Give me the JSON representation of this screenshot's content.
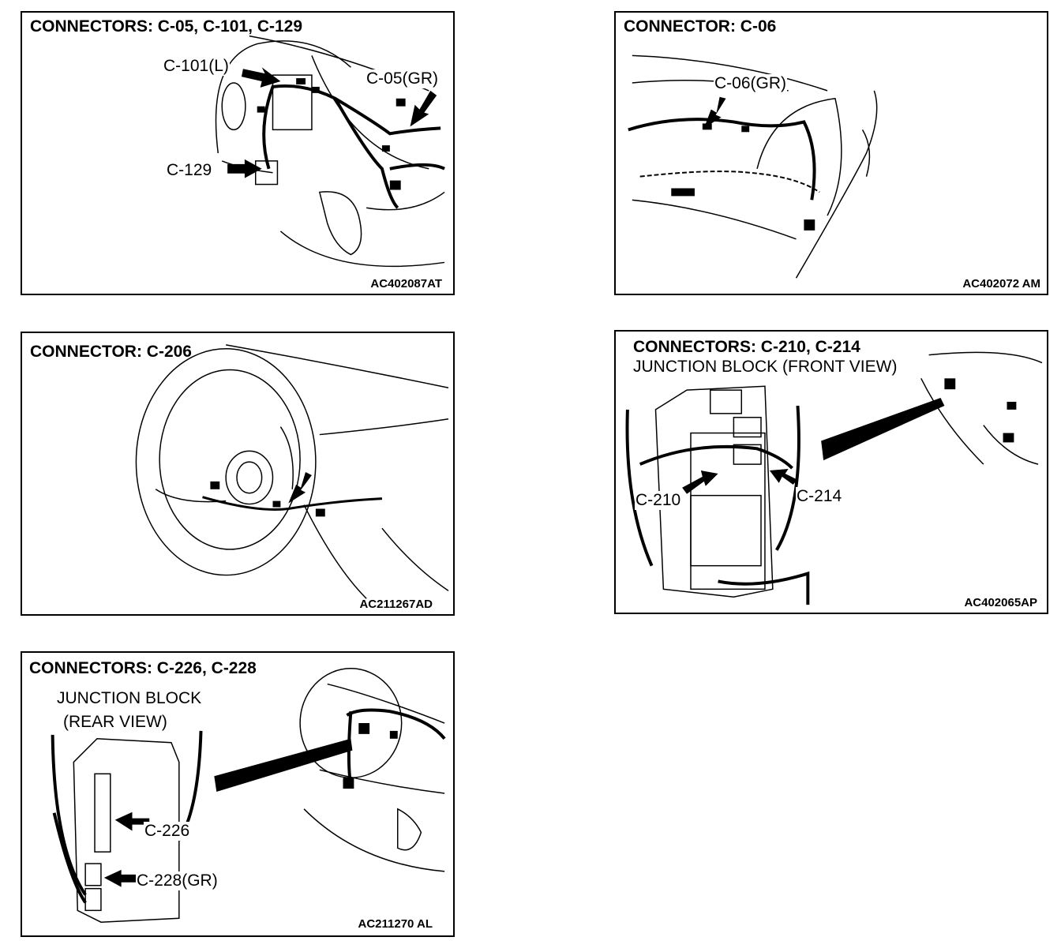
{
  "panels": [
    {
      "title": "CONNECTORS: C-05, C-101, C-129",
      "code": "AC402087AT",
      "callouts": [
        "C-101(L)",
        "C-05(GR)",
        "C-129"
      ]
    },
    {
      "title": "CONNECTOR: C-06",
      "code": "AC402072 AM",
      "callouts": [
        "C-06(GR)"
      ]
    },
    {
      "title": "CONNECTOR: C-206",
      "code": "AC211267AD",
      "callouts": []
    },
    {
      "title": "CONNECTORS: C-210, C-214",
      "subtitle": "JUNCTION BLOCK (FRONT VIEW)",
      "code": "AC402065AP",
      "callouts": [
        "C-210",
        "C-214"
      ]
    },
    {
      "title": "CONNECTORS: C-226, C-228",
      "subtitle": "JUNCTION BLOCK",
      "subtitle2": "(REAR VIEW)",
      "code": "AC211270 AL",
      "callouts": [
        "C-226",
        "C-228(GR)"
      ]
    }
  ]
}
